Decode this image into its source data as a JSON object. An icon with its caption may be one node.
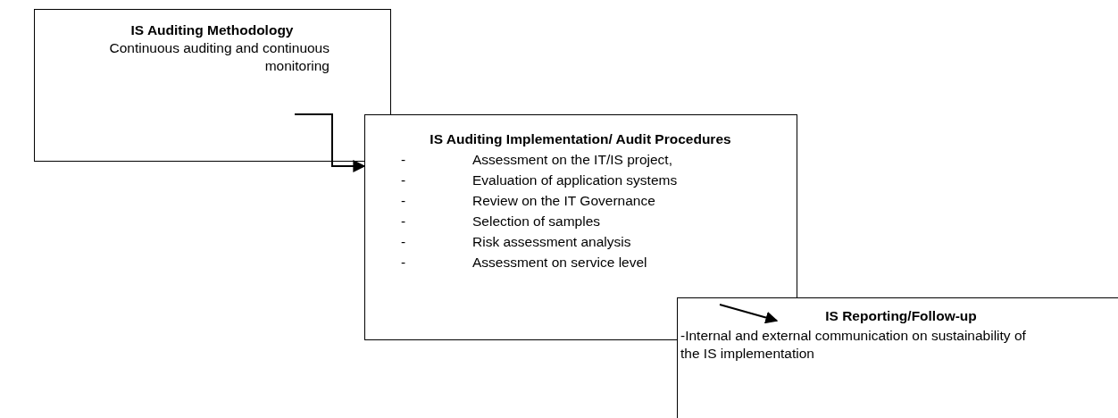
{
  "diagram": {
    "nodes": [
      {
        "text": [
          "IS Auditing Methodology",
          "Continuous auditing and continuous monitoring"
        ]
      },
      {
        "text": [
          "IS Auditing Implementation/ Audit Procedures",
          "-",
          "Assessment on the IT/IS project,",
          "-",
          "Evaluation of application systems",
          "-",
          "Review on the IT Governance",
          "-",
          "Selection of samples",
          "-",
          "Risk assessment analysis",
          "-",
          "Assessment on service level"
        ]
      },
      {
        "text": [
          "IS Reporting/Follow-up",
          "-Internal and external communication on sustainability of the IS implementation"
        ]
      }
    ],
    "edges": [
      {
        "from": 0,
        "to": 1,
        "arrow": "to"
      },
      {
        "from": 1,
        "to": 2,
        "arrow": "to"
      }
    ]
  }
}
